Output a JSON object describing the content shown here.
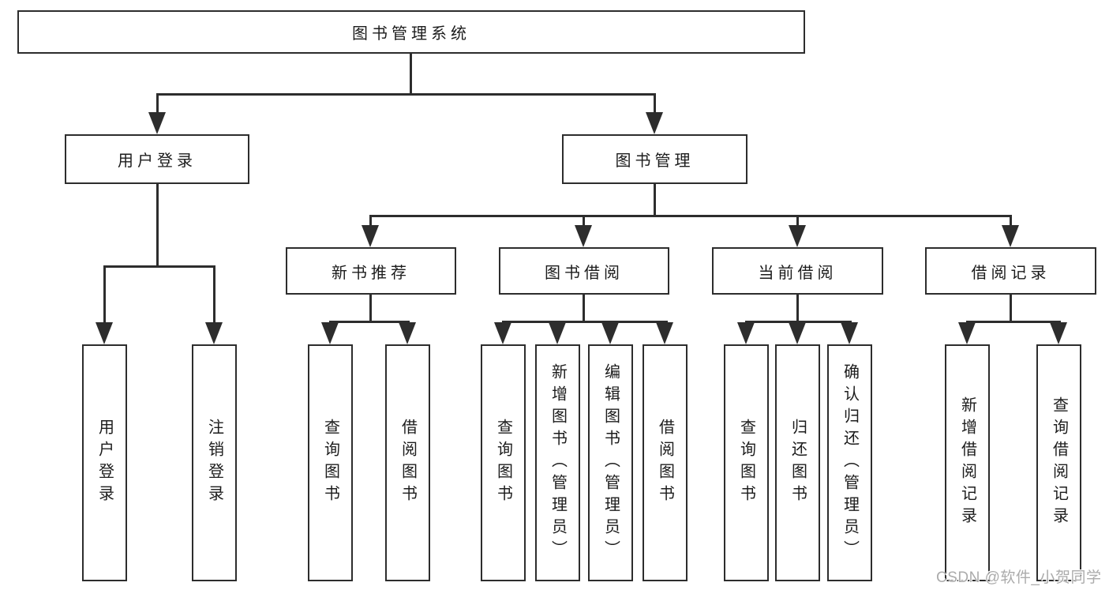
{
  "colors": {
    "line": "#2d2d2d",
    "box_border": "#2d2d2d",
    "box_fill": "#ffffff",
    "text": "#1c1c1c",
    "watermark": "#ababab"
  },
  "tree": {
    "root": {
      "label": "图书管理系统"
    },
    "level1": [
      {
        "label": "用户登录"
      },
      {
        "label": "图书管理"
      }
    ],
    "level2": [
      {
        "label": "新书推荐"
      },
      {
        "label": "图书借阅"
      },
      {
        "label": "当前借阅"
      },
      {
        "label": "借阅记录"
      }
    ],
    "leaves": {
      "user_login": [
        {
          "label": "用户登录"
        },
        {
          "label": "注销登录"
        }
      ],
      "new_book_rec": [
        {
          "label": "查询图书"
        },
        {
          "label": "借阅图书"
        }
      ],
      "book_borrow": [
        {
          "label": "查询图书"
        },
        {
          "label": "新增图书（管理员）"
        },
        {
          "label": "编辑图书（管理员）"
        },
        {
          "label": "借阅图书"
        }
      ],
      "current_borrow": [
        {
          "label": "查询图书"
        },
        {
          "label": "归还图书"
        },
        {
          "label": "确认归还（管理员）"
        }
      ],
      "borrow_records": [
        {
          "label": "新增借阅记录"
        },
        {
          "label": "查询借阅记录"
        }
      ]
    }
  },
  "watermark": {
    "text": "CSDN @软件_小贺同学"
  }
}
